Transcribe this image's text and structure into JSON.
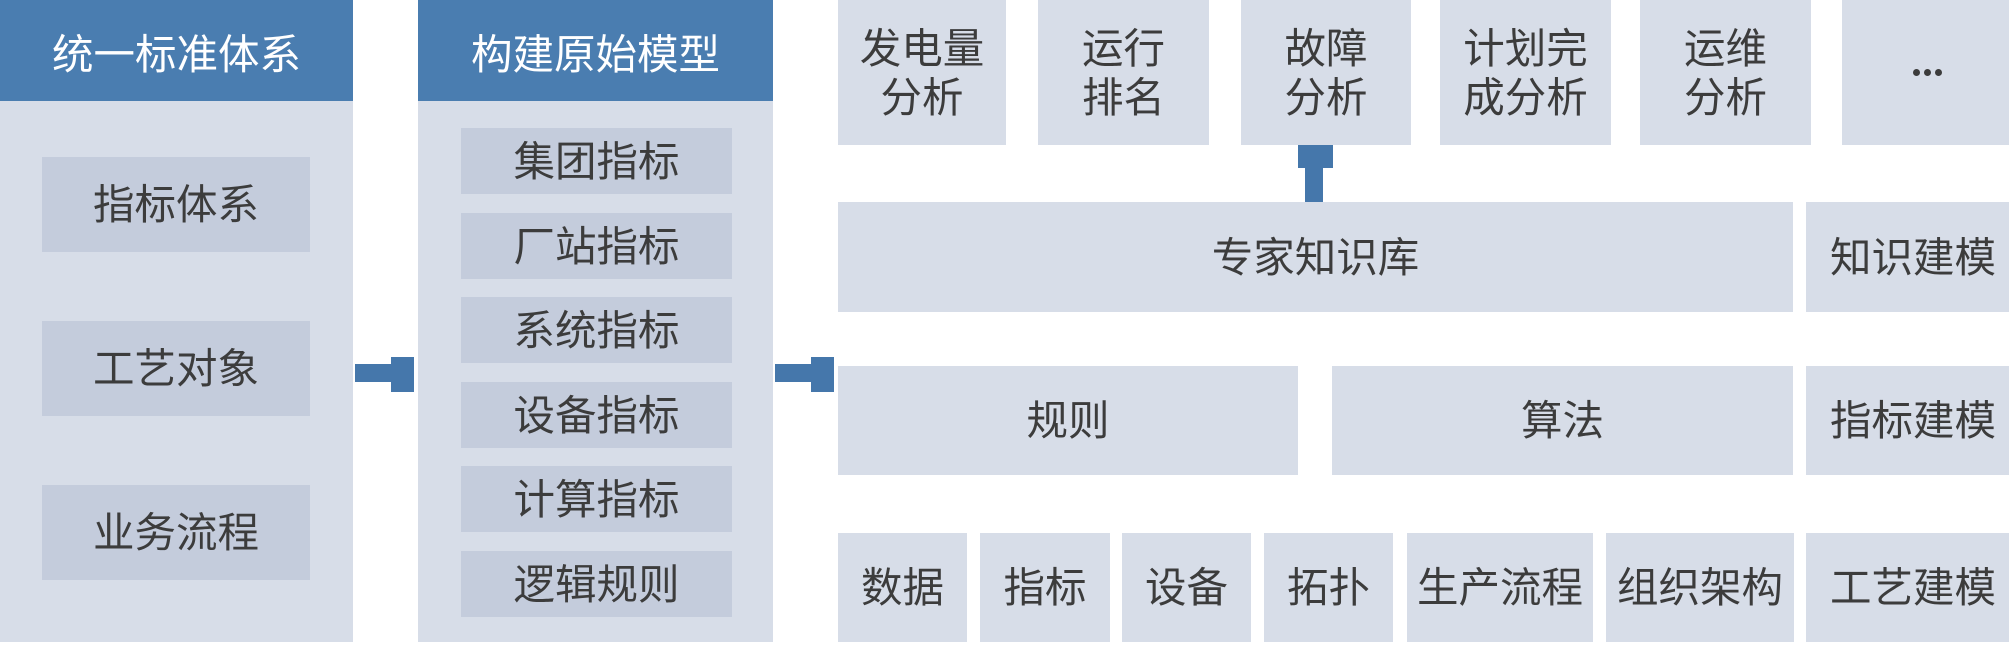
{
  "palette": {
    "accent-blue": "#4A7DB0",
    "arrow-blue": "#4577AB",
    "box-light": "#D7DDE8",
    "box-inner": "#C4CCDC",
    "text-dark": "#3C3C3C",
    "text-light": "#FFFFFF",
    "page-bg": "#FFFFFF"
  },
  "standard_panel": {
    "title": "统一标准体系",
    "items": [
      {
        "label": "指标体系"
      },
      {
        "label": "工艺对象"
      },
      {
        "label": "业务流程"
      }
    ]
  },
  "model_panel": {
    "title": "构建原始模型",
    "items": [
      {
        "label": "集团指标"
      },
      {
        "label": "厂站指标"
      },
      {
        "label": "系统指标"
      },
      {
        "label": "设备指标"
      },
      {
        "label": "计算指标"
      },
      {
        "label": "逻辑规则"
      }
    ]
  },
  "analysis_boxes": [
    {
      "label": "发电量\n分析"
    },
    {
      "label": "运行\n排名"
    },
    {
      "label": "故障\n分析"
    },
    {
      "label": "计划完\n成分析"
    },
    {
      "label": "运维\n分析"
    },
    {
      "label": "…"
    }
  ],
  "knowledge_row": {
    "main": {
      "label": "专家知识库"
    },
    "side": {
      "label": "知识建模"
    }
  },
  "rule_row": {
    "rules": {
      "label": "规则"
    },
    "algorithm": {
      "label": "算法"
    },
    "side": {
      "label": "指标建模"
    }
  },
  "modeling_row": {
    "items": [
      {
        "label": "数据"
      },
      {
        "label": "指标"
      },
      {
        "label": "设备"
      },
      {
        "label": "拓扑"
      },
      {
        "label": "生产流程"
      },
      {
        "label": "组织架构"
      }
    ],
    "side": {
      "label": "工艺建模"
    }
  }
}
